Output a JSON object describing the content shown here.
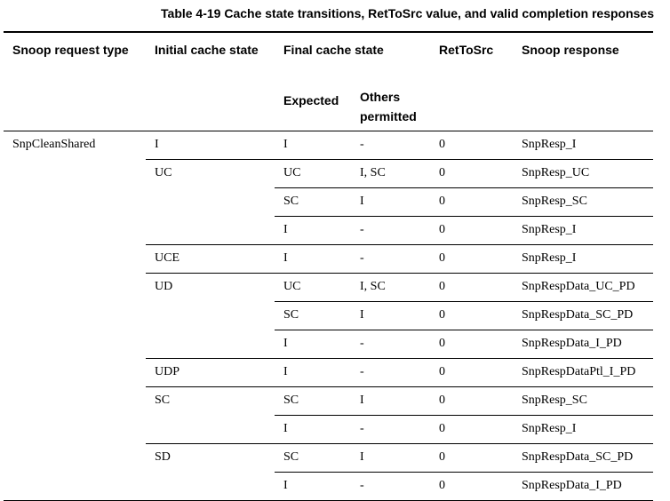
{
  "caption": "Table 4-19 Cache state transitions, RetToSrc value, and valid completion responses",
  "headers": {
    "snoop_request_type": "Snoop request type",
    "initial_cache_state": "Initial cache state",
    "final_cache_state": "Final cache state",
    "expected": "Expected",
    "others_permitted": "Others permitted",
    "rettosrc": "RetToSrc",
    "snoop_response": "Snoop response"
  },
  "snoop_request": "SnpCleanShared",
  "rows": [
    {
      "initial": "I",
      "expected": "I",
      "others": "-",
      "rettosrc": "0",
      "response": "SnpResp_I"
    },
    {
      "initial": "UC",
      "expected": "UC",
      "others": "I, SC",
      "rettosrc": "0",
      "response": "SnpResp_UC"
    },
    {
      "initial": "",
      "expected": "SC",
      "others": "I",
      "rettosrc": "0",
      "response": "SnpResp_SC"
    },
    {
      "initial": "",
      "expected": "I",
      "others": "-",
      "rettosrc": "0",
      "response": "SnpResp_I"
    },
    {
      "initial": "UCE",
      "expected": "I",
      "others": "-",
      "rettosrc": "0",
      "response": "SnpResp_I"
    },
    {
      "initial": "UD",
      "expected": "UC",
      "others": "I, SC",
      "rettosrc": "0",
      "response": "SnpRespData_UC_PD"
    },
    {
      "initial": "",
      "expected": "SC",
      "others": "I",
      "rettosrc": "0",
      "response": "SnpRespData_SC_PD"
    },
    {
      "initial": "",
      "expected": "I",
      "others": "-",
      "rettosrc": "0",
      "response": "SnpRespData_I_PD"
    },
    {
      "initial": "UDP",
      "expected": "I",
      "others": "-",
      "rettosrc": "0",
      "response": "SnpRespDataPtl_I_PD"
    },
    {
      "initial": "SC",
      "expected": "SC",
      "others": "I",
      "rettosrc": "0",
      "response": "SnpResp_SC"
    },
    {
      "initial": "",
      "expected": "I",
      "others": "-",
      "rettosrc": "0",
      "response": "SnpResp_I"
    },
    {
      "initial": "SD",
      "expected": "SC",
      "others": "I",
      "rettosrc": "0",
      "response": "SnpRespData_SC_PD"
    },
    {
      "initial": "",
      "expected": "I",
      "others": "-",
      "rettosrc": "0",
      "response": "SnpRespData_I_PD"
    }
  ]
}
